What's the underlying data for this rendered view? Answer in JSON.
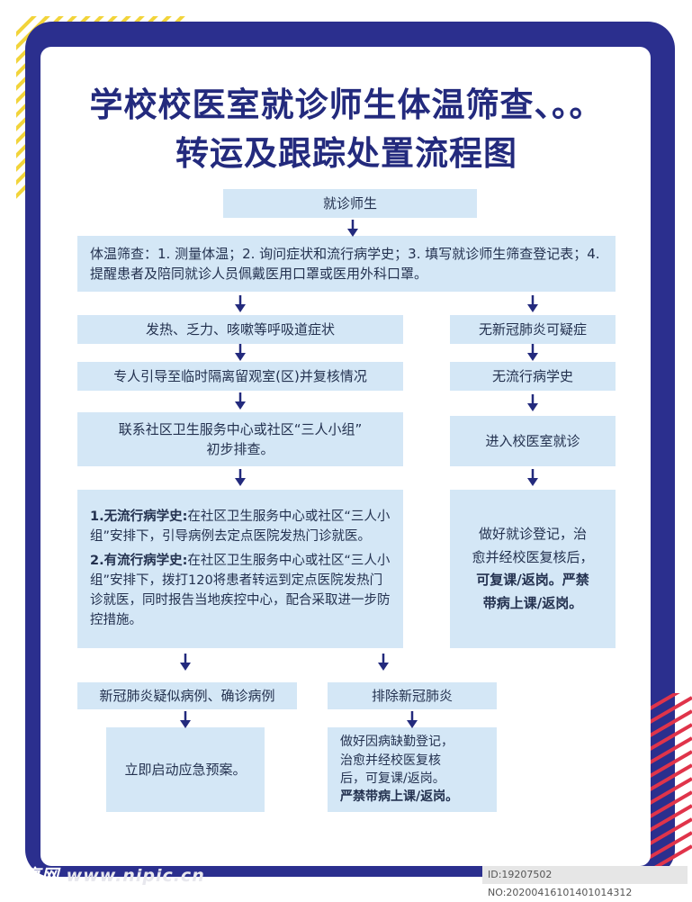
{
  "title": {
    "line1": "学校校医室就诊师生体温筛查、。。",
    "line2": "转运及跟踪处置流程图"
  },
  "flow": {
    "start": "就诊师生",
    "screening": "体温筛查：1. 测量体温；2. 询问症状和流行病学史；3. 填写就诊师生筛查登记表；4. 提醒患者及陪同就诊人员佩戴医用口罩或医用外科口罩。",
    "left": {
      "symptoms": "发热、乏力、咳嗽等呼吸道症状",
      "isolate": "专人引导至临时隔离留观室(区)并复核情况",
      "contact_line1": "联系社区卫生服务中心或社区“三人小组”",
      "contact_line2": "初步排查。",
      "case1_head": "1.无流行病学史:",
      "case1_body": "在社区卫生服务中心或社区“三人小组”安排下，引导病例去定点医院发热门诊就医。",
      "case2_head": "2.有流行病学史:",
      "case2_body": "在社区卫生服务中心或社区“三人小组”安排下，拨打120将患者转运到定点医院发热门诊就医，同时报告当地疾控中心，配合采取进一步防控措施。",
      "suspected": "新冠肺炎疑似病例、确诊病例",
      "emergency": "立即启动应急预案。",
      "excluded": "排除新冠肺炎",
      "excluded_action_1": "做好因病缺勤登记，",
      "excluded_action_2": "治愈并经校医复核",
      "excluded_action_3": "后，可复课/返岗。",
      "excluded_action_4": "严禁带病上课/返岗。"
    },
    "right": {
      "no_suspect": "无新冠肺炎可疑症",
      "no_history": "无流行病学史",
      "visit": "进入校医室就诊",
      "action_1": "做好就诊登记，治",
      "action_2": "愈并经校医复核后，",
      "action_3": "可复课/返岗。严禁",
      "action_4": "带病上课/返岗。"
    }
  },
  "watermark": {
    "brand": "昵享网",
    "url": "www.nipic.cn",
    "id": "ID:19207502 NO:20200416101401014312"
  },
  "colors": {
    "frame": "#2b2f8e",
    "box": "#d4e7f6",
    "title": "#232a7d",
    "arrow": "#232a7d",
    "stripe_yellow": "#f2d43a",
    "stripe_red": "#e0344a"
  }
}
